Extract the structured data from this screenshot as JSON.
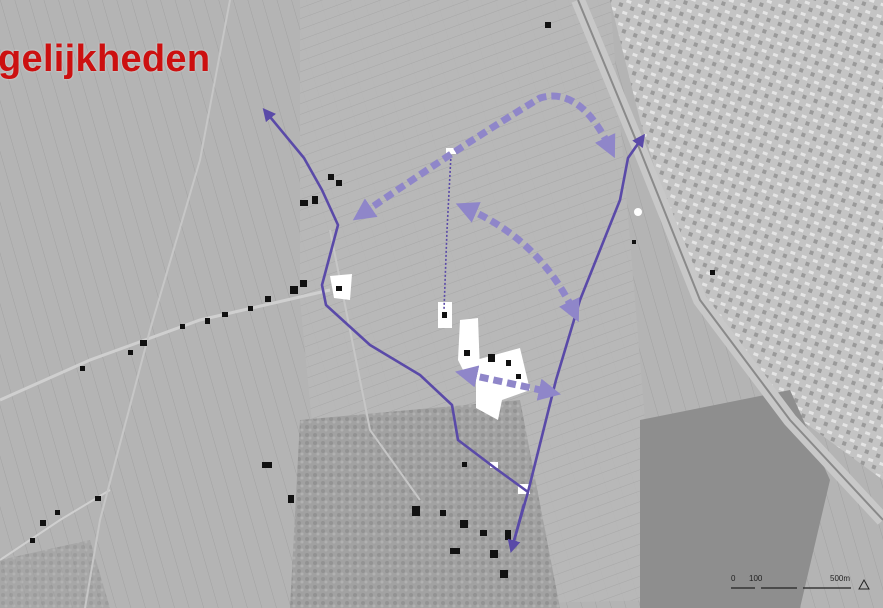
{
  "title": "gelijkheden",
  "colors": {
    "route": "#5a4aa8",
    "option_arrow": "#8f86c9",
    "title": "#cc1010",
    "buildings": "#111111",
    "plan_area": "#ffffff"
  },
  "scale_bar": {
    "zero": "0",
    "mid": "100",
    "end": "500m"
  },
  "icons": [
    "north-arrow-icon",
    "route-arrow-icon"
  ]
}
